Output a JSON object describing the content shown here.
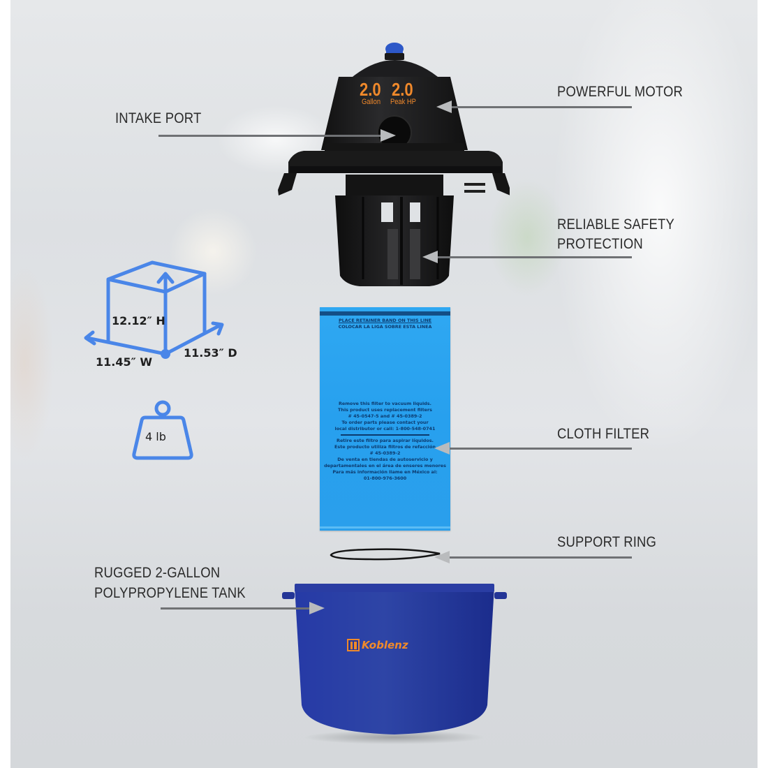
{
  "product": {
    "brand": "Koblenz",
    "motor_specs": [
      {
        "value": "2.0",
        "unit": "Gallon"
      },
      {
        "value": "2.0",
        "unit": "Peak HP"
      }
    ]
  },
  "callouts": {
    "powerful_motor": "POWERFUL MOTOR",
    "intake_port": "INTAKE PORT",
    "safety_line1": "RELIABLE SAFETY",
    "safety_line2": "PROTECTION",
    "cloth_filter": "CLOTH FILTER",
    "support_ring": "SUPPORT RING",
    "tank_line1": "RUGGED 2-GALLON",
    "tank_line2": "POLYPROPYLENE TANK"
  },
  "dimensions": {
    "height": "12.12″ H",
    "width": "11.45″ W",
    "depth": "11.53″ D"
  },
  "weight": {
    "value": "4 lb"
  },
  "filter_print": {
    "header_line1": "PLACE RETAINER BAND ON THIS LINE",
    "header_line2": "COLOCAR LA LIGA SOBRE ESTA LINEA",
    "en_lines": [
      "Remove this filter to vacuum liquids.",
      "This product uses replacement filters",
      "# 45-0547-5 and # 45-0389-2",
      "To order parts please contact your",
      "local distributor or call: 1-800-548-0741"
    ],
    "es_lines": [
      "Retire este filtro para aspirar líquidos.",
      "Este producto utiliza filtros de refacción",
      "# 45-0389-2",
      "De venta en tiendas de autoservicio y",
      "departamentales en el área de enseres menores",
      "Para más información llame en México al:",
      "01-800-976-3600"
    ]
  },
  "colors": {
    "accent_blue": "#4a86e8",
    "motor_black": "#1c1c1e",
    "spec_orange": "#f0892b",
    "filter_blue": "#2aa3ee",
    "tank_blue": "#22359a",
    "label_text": "#2b2b2b",
    "leader_line": "#6f7174"
  }
}
